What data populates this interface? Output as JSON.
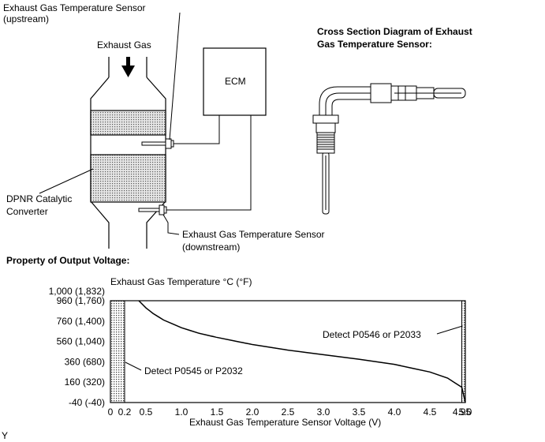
{
  "diagram": {
    "upstream_sensor_label": [
      "Exhaust Gas Temperature Sensor",
      "(upstream)"
    ],
    "exhaust_gas_label": "Exhaust Gas",
    "ecm_label": "ECM",
    "cross_section_title": [
      "Cross Section Diagram of Exhaust",
      "Gas Temperature Sensor:"
    ],
    "converter_label": [
      "DPNR Catalytic",
      "Converter"
    ],
    "downstream_sensor_label": [
      "Exhaust Gas Temperature Sensor",
      "(downstream)"
    ]
  },
  "chart_section_title": "Property of Output Voltage:",
  "footer_mark": "Y",
  "chart_data": {
    "type": "line",
    "ylabel": "Exhaust Gas Temperature  °C (°F)",
    "xlabel": "Exhaust Gas Temperature Sensor Voltage (V)",
    "x_ticks": [
      {
        "v": 0,
        "label": "0"
      },
      {
        "v": 0.2,
        "label": "0.2"
      },
      {
        "v": 0.5,
        "label": "0.5"
      },
      {
        "v": 1.0,
        "label": "1.0"
      },
      {
        "v": 1.5,
        "label": "1.5"
      },
      {
        "v": 2.0,
        "label": "2.0"
      },
      {
        "v": 2.5,
        "label": "2.5"
      },
      {
        "v": 3.0,
        "label": "3.0"
      },
      {
        "v": 3.5,
        "label": "3.5"
      },
      {
        "v": 4.0,
        "label": "4.0"
      },
      {
        "v": 4.5,
        "label": "4.5"
      },
      {
        "v": 4.95,
        "label": "4.95"
      },
      {
        "v": 5.0,
        "label": "5.0"
      }
    ],
    "y_ticks": [
      {
        "v": 1000,
        "label": "1,000 (1,832)"
      },
      {
        "v": 960,
        "label": "960 (1,760)"
      },
      {
        "v": 760,
        "label": "760 (1,400)"
      },
      {
        "v": 560,
        "label": "560 (1,040)"
      },
      {
        "v": 360,
        "label": "360 (680)"
      },
      {
        "v": 160,
        "label": "160 (320)"
      },
      {
        "v": -40,
        "label": "-40 (-40)"
      }
    ],
    "xlim": [
      0,
      5.0
    ],
    "ylim": [
      -40,
      960
    ],
    "shaded_regions": [
      [
        0,
        0.2
      ],
      [
        4.95,
        5.0
      ]
    ],
    "annotations": [
      "Detect P0545 or P2032",
      "Detect P0546 or P2033"
    ],
    "curve": {
      "x": [
        0.4,
        0.5,
        0.6,
        0.75,
        1.0,
        1.25,
        1.5,
        2.0,
        2.5,
        3.0,
        3.5,
        4.0,
        4.5,
        4.75,
        4.95,
        5.0
      ],
      "y": [
        960,
        890,
        835,
        770,
        695,
        640,
        600,
        530,
        475,
        430,
        385,
        335,
        260,
        200,
        110,
        -40
      ]
    }
  }
}
